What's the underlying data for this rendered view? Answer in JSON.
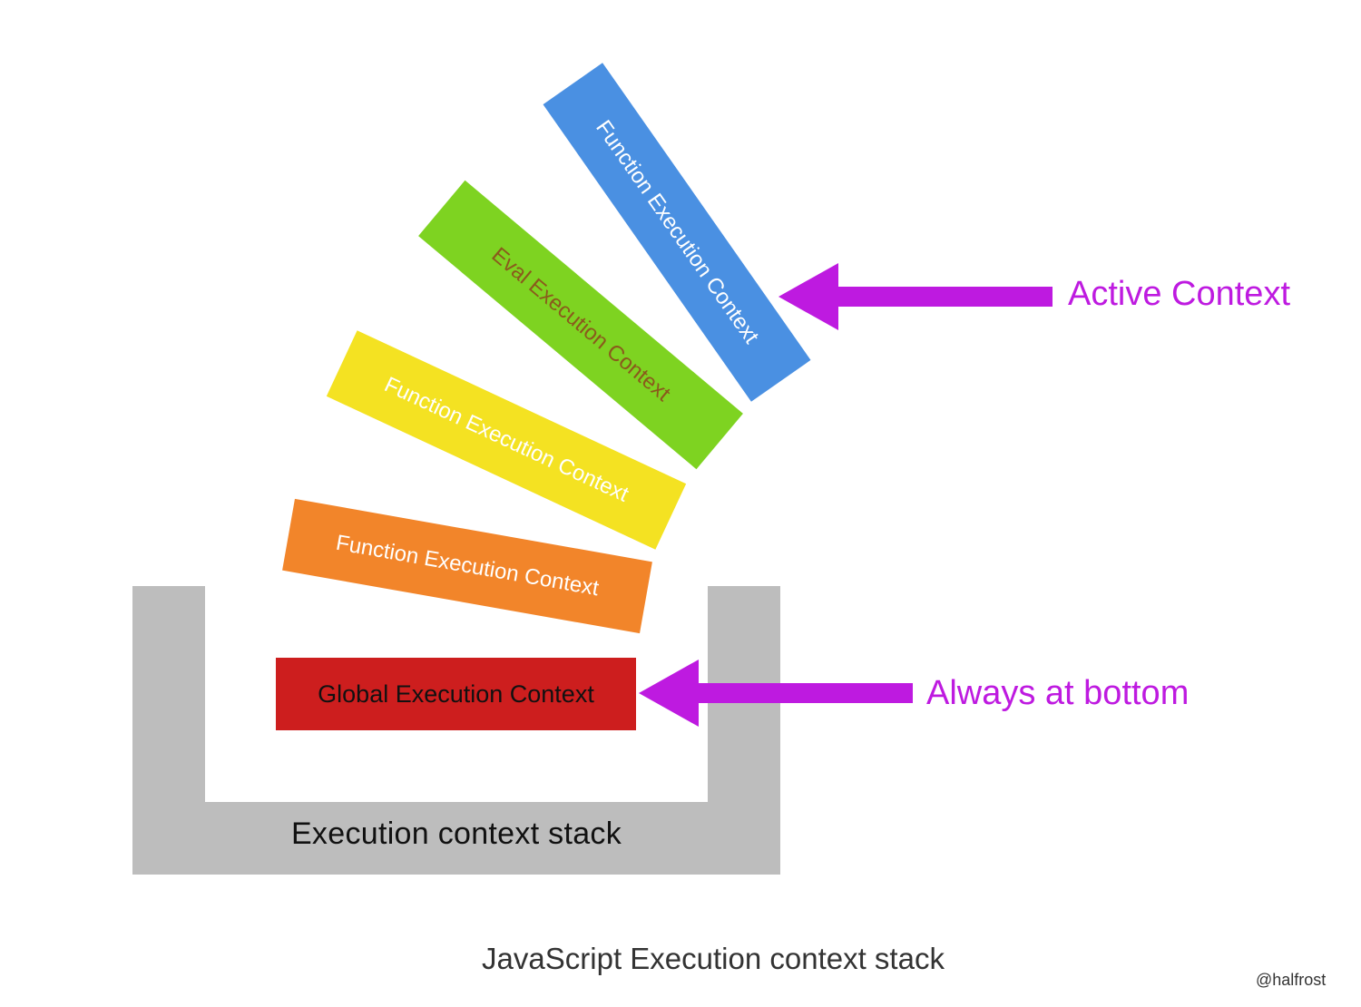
{
  "diagram": {
    "stack": {
      "label": "Execution context stack",
      "color": "#bdbdbd"
    },
    "contexts": [
      {
        "id": "global",
        "label": "Global Execution Context",
        "color": "#cd1e1e",
        "text_color": "#111111"
      },
      {
        "id": "function-1",
        "label": "Function Execution Context",
        "color": "#f2852a",
        "text_color": "#ffffff"
      },
      {
        "id": "function-2",
        "label": "Function Execution Context",
        "color": "#f4e222",
        "text_color": "#ffffff"
      },
      {
        "id": "eval",
        "label": "Eval Execution Context",
        "color": "#7ed321",
        "text_color": "#8a5a1c"
      },
      {
        "id": "function-3",
        "label": "Function Execution Context",
        "color": "#4a90e2",
        "text_color": "#ffffff"
      }
    ],
    "callouts": {
      "active": {
        "label": "Active Context",
        "color": "#be1ae0"
      },
      "bottom": {
        "label": "Always at bottom",
        "color": "#be1ae0"
      }
    },
    "caption": "JavaScript Execution context stack",
    "credit": "@halfrost"
  }
}
